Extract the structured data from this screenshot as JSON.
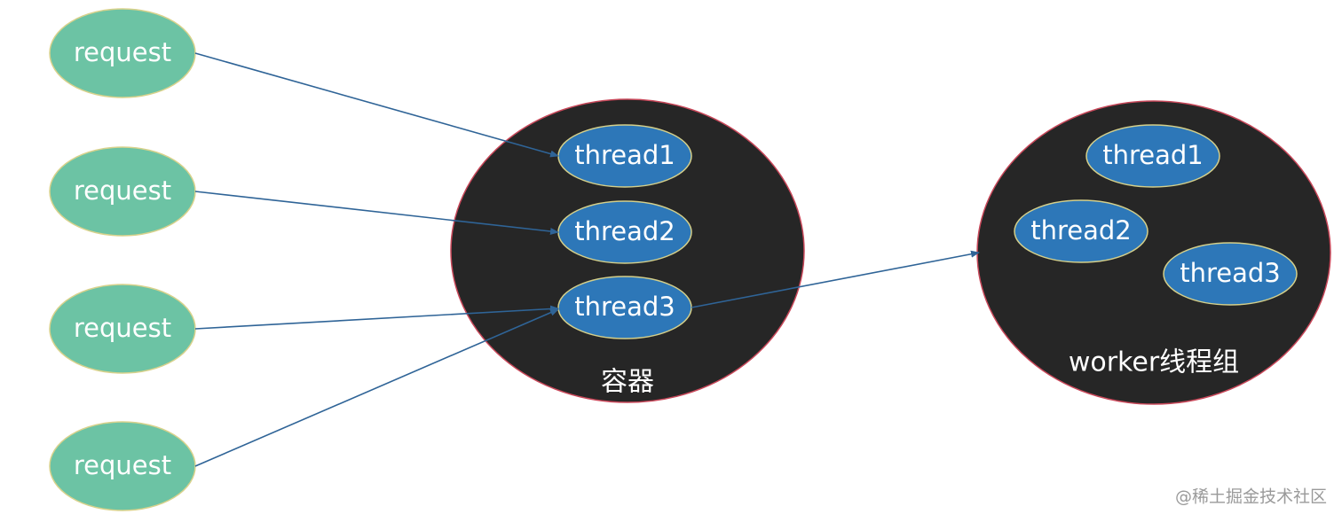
{
  "diagram": {
    "requests": [
      "request",
      "request",
      "request",
      "request"
    ],
    "container": {
      "label": "容器",
      "threads": [
        "thread1",
        "thread2",
        "thread3"
      ]
    },
    "worker_group": {
      "label": "worker线程组",
      "threads": [
        "thread1",
        "thread2",
        "thread3"
      ]
    },
    "connections": [
      {
        "from": "request 1",
        "to": "container thread1"
      },
      {
        "from": "request 2",
        "to": "container thread2"
      },
      {
        "from": "request 3",
        "to": "container thread3"
      },
      {
        "from": "request 4",
        "to": "container thread3"
      },
      {
        "from": "container thread3",
        "to": "worker线程组"
      }
    ]
  },
  "watermark": "@稀土掘金技术社区",
  "colors": {
    "request_fill": "#6cc3a4",
    "request_stroke": "#d8d28c",
    "group_fill": "#262626",
    "group_stroke": "#c8485a",
    "thread_fill": "#2d77b8",
    "thread_stroke": "#d4cf8a",
    "arrow": "#2f6497"
  }
}
